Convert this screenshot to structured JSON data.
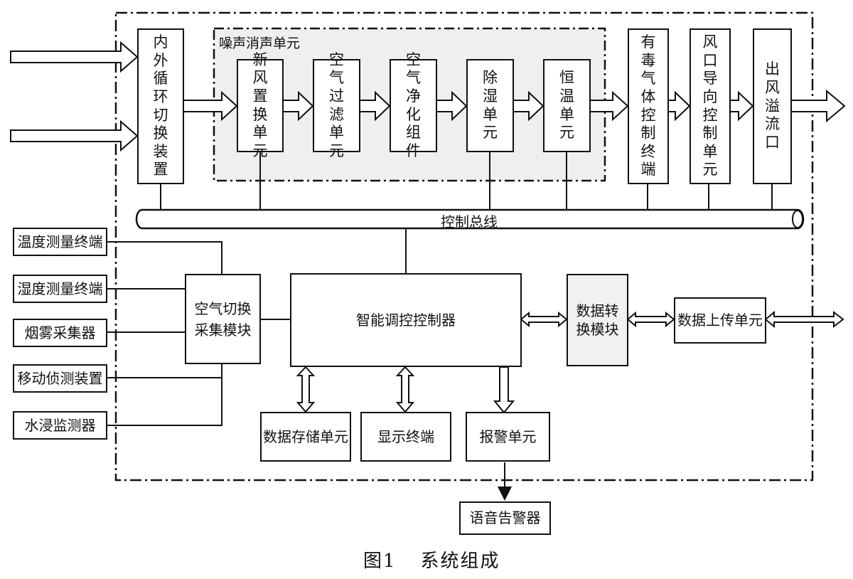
{
  "noise_group": {
    "title": "噪声消声单元"
  },
  "top_chain": [
    {
      "key": "inout",
      "label": "内外循环切换装置"
    },
    {
      "key": "fresh",
      "label": "新风置换单元"
    },
    {
      "key": "filter",
      "label": "空气过滤单元"
    },
    {
      "key": "purify",
      "label": "空气净化组件"
    },
    {
      "key": "dehum",
      "label": "除湿单元"
    },
    {
      "key": "thermo",
      "label": "恒温单元"
    },
    {
      "key": "toxic",
      "label": "有毒气体控制终端"
    },
    {
      "key": "guide",
      "label": "风口导向控制单元"
    },
    {
      "key": "overflow",
      "label": "出风溢流口"
    }
  ],
  "bus": {
    "label": "控制总线"
  },
  "sensors": [
    {
      "label": "温度测量终端"
    },
    {
      "label": "湿度测量终端"
    },
    {
      "label": "烟雾采集器"
    },
    {
      "label": "移动侦测装置"
    },
    {
      "label": "水浸监测器"
    }
  ],
  "collector": {
    "label": "空气切换采集模块"
  },
  "controller": {
    "label": "智能调控控制器"
  },
  "converter": {
    "label": "数据转换模块"
  },
  "uploader": {
    "label": "数据上传单元"
  },
  "storage": {
    "label": "数据存储单元"
  },
  "display": {
    "label": "显示终端"
  },
  "alarm": {
    "label": "报警单元"
  },
  "voice_alarm": {
    "label": "语音告警器"
  },
  "caption": {
    "figure": "图1",
    "title": "系统组成"
  }
}
